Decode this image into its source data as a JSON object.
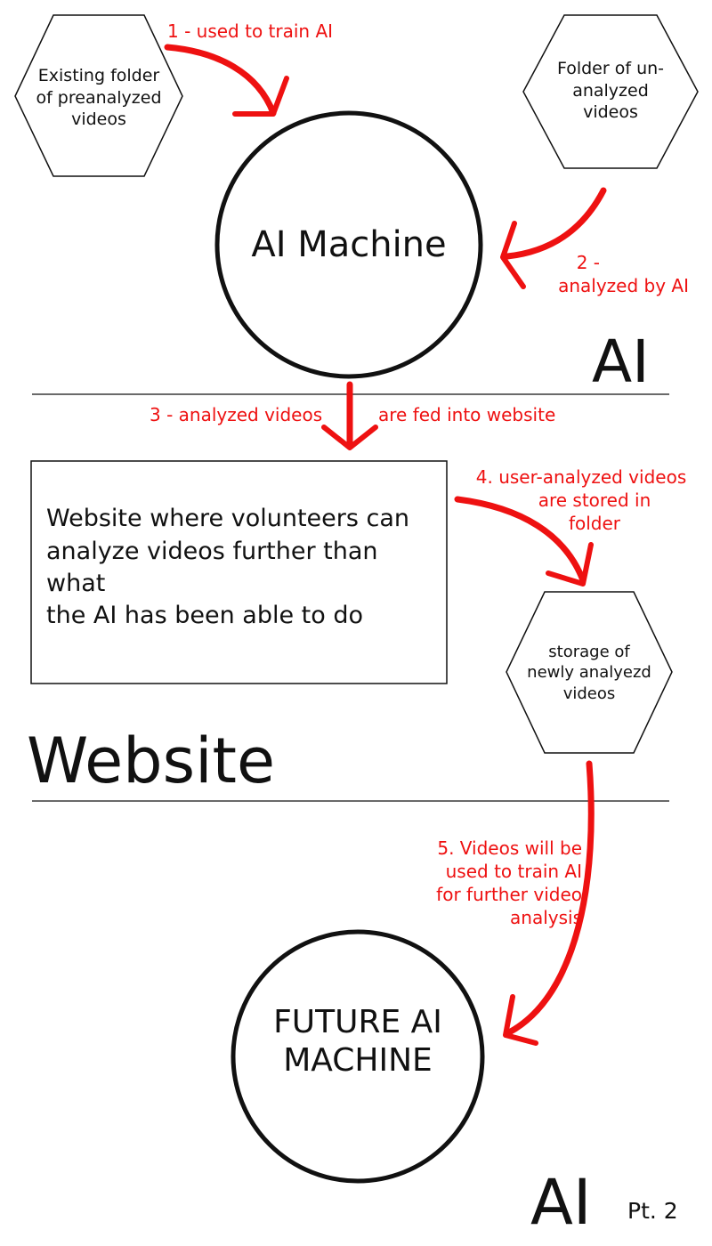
{
  "nodes": {
    "existing_folder": {
      "lines": [
        "Existing folder",
        "of preanalyzed",
        "videos"
      ]
    },
    "unanalyzed_folder": {
      "lines": [
        "Folder of un-",
        "analyzed",
        "videos"
      ]
    },
    "ai_machine": {
      "lines": [
        "AI Machine"
      ]
    },
    "website_box": {
      "lines": [
        "Website where volunteers can",
        "analyze videos further than what",
        "the AI has been able to do"
      ]
    },
    "storage_folder": {
      "lines": [
        "storage of",
        "newly analyezd",
        "videos"
      ]
    },
    "future_ai_machine": {
      "lines": [
        "FUTURE AI",
        "MACHINE"
      ]
    }
  },
  "steps": {
    "step1": {
      "lines": [
        "1 - used to train AI"
      ]
    },
    "step2": {
      "lines": [
        "2 -",
        "analyzed by AI"
      ]
    },
    "step3_left": "3 - analyzed videos",
    "step3_right": "are fed into website",
    "step4": {
      "lines": [
        "4. user-analyzed videos",
        "are stored in",
        "folder"
      ]
    },
    "step5": {
      "lines": [
        "5. Videos will be",
        "used to train AI",
        "for further video",
        "analysis"
      ]
    }
  },
  "sections": {
    "ai": "AI",
    "website": "Website",
    "ai_pt2_main": "AI",
    "ai_pt2_suffix": "Pt. 2"
  },
  "colors": {
    "arrow": "#ee1111",
    "outline": "#111111",
    "background": "#ffffff"
  }
}
